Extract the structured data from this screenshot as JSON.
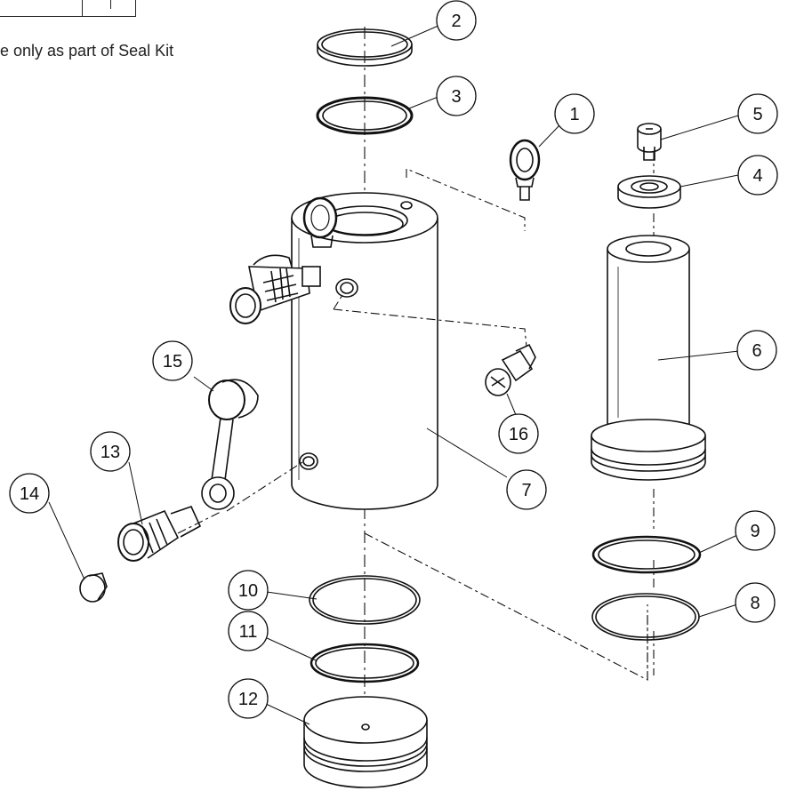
{
  "note_text": "e only as part of Seal Kit",
  "callouts": [
    {
      "id": "c1",
      "label": "1"
    },
    {
      "id": "c2",
      "label": "2"
    },
    {
      "id": "c3",
      "label": "3"
    },
    {
      "id": "c4",
      "label": "4"
    },
    {
      "id": "c5",
      "label": "5"
    },
    {
      "id": "c6",
      "label": "6"
    },
    {
      "id": "c7",
      "label": "7"
    },
    {
      "id": "c8",
      "label": "8"
    },
    {
      "id": "c9",
      "label": "9"
    },
    {
      "id": "c10",
      "label": "10"
    },
    {
      "id": "c11",
      "label": "11"
    },
    {
      "id": "c12",
      "label": "12"
    },
    {
      "id": "c13",
      "label": "13"
    },
    {
      "id": "c14",
      "label": "14"
    },
    {
      "id": "c15",
      "label": "15"
    },
    {
      "id": "c16",
      "label": "16"
    }
  ]
}
